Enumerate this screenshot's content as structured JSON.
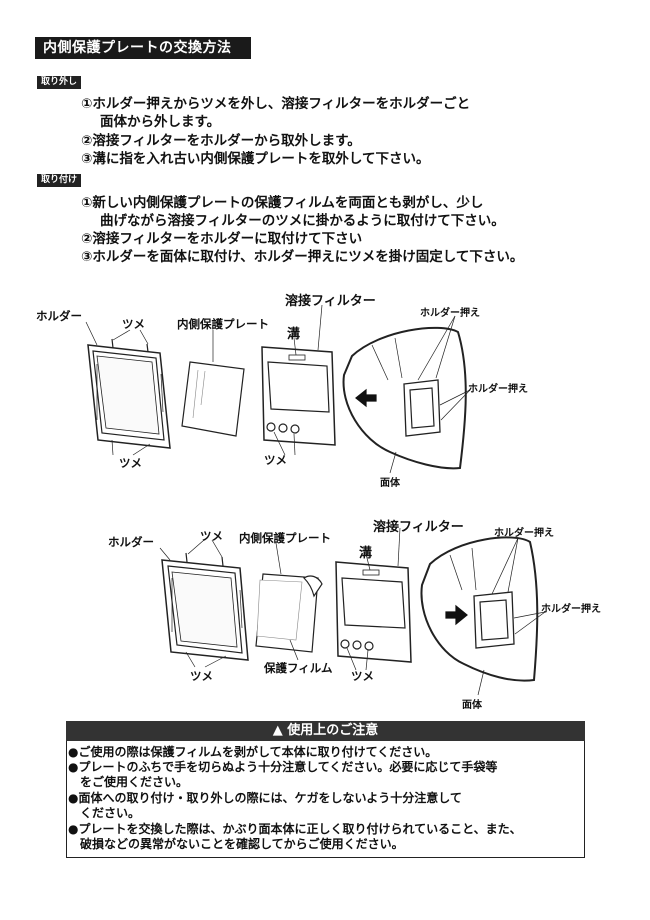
{
  "title": "内側保護プレートの交換方法",
  "removal": {
    "tag": "取り外し",
    "steps": [
      "①ホルダー押えからツメを外し、溶接フィルターをホルダーごと",
      "面体から外します。",
      "②溶接フィルターをホルダーから取外します。",
      "③溝に指を入れ古い内側保護プレートを取外して下さい。"
    ]
  },
  "install": {
    "tag": "取り付け",
    "steps": [
      "①新しい内側保護プレートの保護フィルムを両面とも剥がし、少し",
      "曲げながら溶接フィルターのツメに掛かるように取付けて下さい。",
      "②溶接フィルターをホルダーに取付けて下さい",
      "③ホルダーを面体に取付け、ホルダー押えにツメを掛け固定して下さい。"
    ]
  },
  "diagram1": {
    "holder": "ホルダー",
    "tsume_top": "ツメ",
    "inner_plate": "内側保護プレート",
    "filter": "溶接フィルター",
    "groove": "溝",
    "holder_presser_top": "ホルダー押え",
    "holder_presser_right": "ホルダー押え",
    "tsume_bottom": "ツメ",
    "tsume_bottom2": "ツメ",
    "face": "面体"
  },
  "diagram2": {
    "holder": "ホルダー",
    "tsume_top": "ツメ",
    "inner_plate": "内側保護プレート",
    "filter": "溶接フィルター",
    "groove": "溝",
    "holder_presser_top": "ホルダー押え",
    "holder_presser_right": "ホルダー押え",
    "protective_film": "保護フィルム",
    "tsume_bottom": "ツメ",
    "tsume_bottom2": "ツメ",
    "face": "面体"
  },
  "notice": {
    "heading": "使用上のご注意",
    "lines": [
      "●ご使用の際は保護フィルムを剥がして本体に取り付けてください。",
      "●プレートのふちで手を切らぬよう十分注意してください。必要に応じて手袋等",
      "をご使用ください。",
      "●面体への取り付け・取り外しの際には、ケガをしないよう十分注意して",
      "ください。",
      "●プレートを交換した際は、かぶり面本体に正しく取り付けられていること、また、",
      "破損などの異常がないことを確認してからご使用ください。"
    ]
  }
}
